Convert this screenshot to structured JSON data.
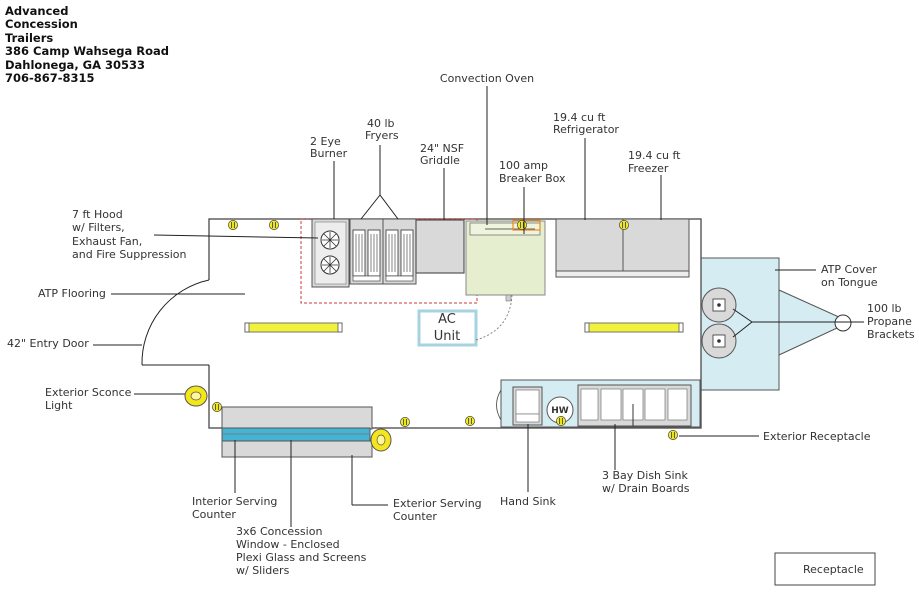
{
  "company": {
    "name_lines": [
      "Advanced",
      "Concession",
      "Trailers"
    ],
    "address1": "386 Camp Wahsega Road",
    "address2": "Dahlonega, GA 30533",
    "phone": "706-867-8315"
  },
  "labels": {
    "convection_oven": "Convection Oven",
    "refrigerator": [
      "19.4 cu ft",
      "Refrigerator"
    ],
    "freezer": [
      "19.4 cu ft",
      "Freezer"
    ],
    "fryers": [
      "40 lb",
      "Fryers"
    ],
    "burner": [
      "2 Eye",
      "Burner"
    ],
    "griddle": [
      "24\" NSF",
      "Griddle"
    ],
    "breaker": [
      "100 amp",
      "Breaker Box"
    ],
    "hood": [
      "7 ft Hood",
      "w/ Filters,",
      "Exhaust Fan,",
      "and Fire Suppression"
    ],
    "flooring": "ATP Flooring",
    "entry_door": "42\" Entry Door",
    "sconce": [
      "Exterior Sconce",
      "Light"
    ],
    "atp_cover": [
      "ATP Cover",
      "on Tongue"
    ],
    "propane": [
      "100 lb",
      "Propane",
      "Brackets"
    ],
    "ac_unit": [
      "AC",
      "Unit"
    ],
    "hw": "HW",
    "exterior_receptacle": "Exterior Receptacle",
    "dish_sink": [
      "3 Bay Dish Sink",
      "w/ Drain Boards"
    ],
    "hand_sink": "Hand Sink",
    "interior_counter": [
      "Interior Serving",
      "Counter"
    ],
    "exterior_counter": [
      "Exterior Serving",
      "Counter"
    ],
    "window": [
      "3x6 Concession",
      "Window - Enclosed",
      "Plexi Glass and Screens",
      "w/ Sliders"
    ],
    "legend_receptacle": "Receptacle"
  },
  "colors": {
    "light_yellow_light": "#f2f23c",
    "sconce_yellow": "#f3e61b",
    "window_blue": "#45b3d3",
    "tongue_blue": "#d5ecf3",
    "oven_green": "#e5efcf",
    "hood_red": "#d23b3b",
    "ac_blue": "#a6d3df",
    "appliance_gray": "#d9d9d9"
  }
}
